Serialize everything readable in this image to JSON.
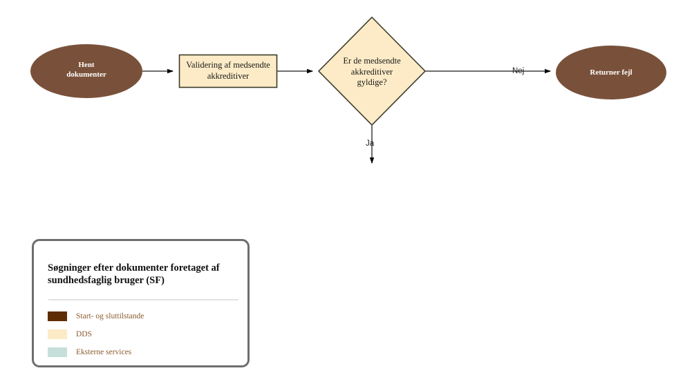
{
  "diagram": {
    "type": "flowchart",
    "nodes": [
      {
        "id": "start",
        "shape": "ellipse",
        "label_line1": "Hent",
        "label_line2": "dokumenter",
        "fill": "#79513A",
        "text_color": "#FFFFFF"
      },
      {
        "id": "validate",
        "shape": "rectangle",
        "label_line1": "Validering af medsendte",
        "label_line2": "akkreditiver",
        "fill": "#FCEBC6",
        "stroke": "#3A3A2A",
        "text_color": "#1A1A1A"
      },
      {
        "id": "decision",
        "shape": "diamond",
        "label_line1": "Er de medsendte",
        "label_line2": "akkreditiver",
        "label_line3": "gyldige?",
        "fill": "#FCEBC6",
        "stroke": "#3A3A2A",
        "text_color": "#1A1A1A"
      },
      {
        "id": "error",
        "shape": "ellipse",
        "label_line1": "Returner fejl",
        "fill": "#79513A",
        "text_color": "#FFFFFF"
      }
    ],
    "edges": [
      {
        "from": "start",
        "to": "validate",
        "label": ""
      },
      {
        "from": "validate",
        "to": "decision",
        "label": ""
      },
      {
        "from": "decision",
        "to": "error",
        "label": "Nej"
      },
      {
        "from": "decision",
        "to": "",
        "label": "Ja"
      }
    ],
    "edge_color": "#6e6e6e",
    "arrowhead_color": "#000000"
  },
  "legend": {
    "title_line1": "Søgninger efter dokumenter foretaget af",
    "title_line2": "sundhedsfaglig bruger (SF)",
    "items": [
      {
        "color": "#5F2D04",
        "label": "Start- og sluttilstande"
      },
      {
        "color": "#FCEBC6",
        "label": "DDS"
      },
      {
        "color": "#C6DFDB",
        "label": "Eksterne services"
      }
    ],
    "border_color": "#6E6E6E",
    "divider_color": "#E2E2E2",
    "text_color": "#8A5A2B"
  }
}
